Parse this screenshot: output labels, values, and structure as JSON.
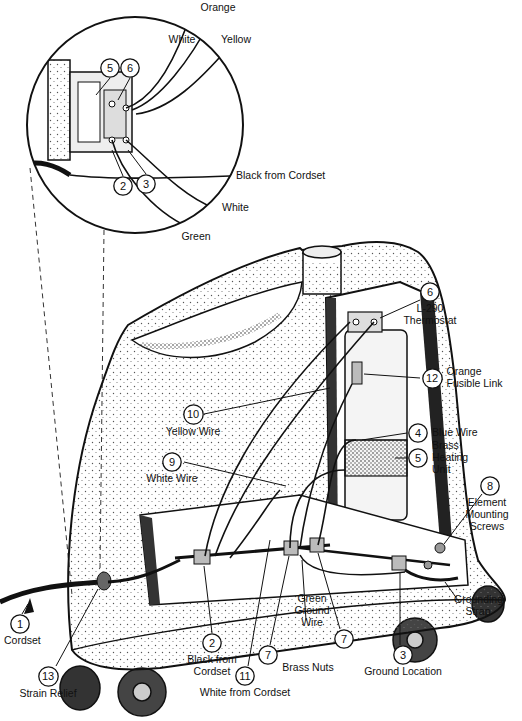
{
  "diagram": {
    "nodes": [
      {
        "text": [
          "5"
        ]
      },
      {
        "text": [
          "6"
        ]
      },
      {
        "text": [
          "2"
        ]
      },
      {
        "text": [
          "3"
        ]
      },
      {
        "text": [
          "6",
          "L-290 Thermostat"
        ]
      },
      {
        "text": [
          "12",
          "Orange Fusible Link"
        ]
      },
      {
        "text": [
          "10",
          "Yellow Wire"
        ]
      },
      {
        "text": [
          "4",
          "Blue Wire"
        ]
      },
      {
        "text": [
          "5",
          "Brass Heating Unit"
        ]
      },
      {
        "text": [
          "9",
          "White Wire"
        ]
      },
      {
        "text": [
          "8",
          "Element Mounting Screws"
        ]
      },
      {
        "text": [
          "1",
          "Cordset"
        ]
      },
      {
        "text": [
          "13",
          "Strain Relief"
        ]
      },
      {
        "text": [
          "2",
          "Black from Cordset"
        ]
      },
      {
        "text": [
          "7"
        ]
      },
      {
        "text": [
          "11",
          "White from Cordset"
        ]
      },
      {
        "text": [
          "7"
        ]
      },
      {
        "text": [
          "3",
          "Ground Location"
        ]
      }
    ],
    "labels": [
      "Orange",
      "White",
      "Yellow",
      "Black from Cordset",
      "White",
      "Green",
      "Green Ground Wire",
      "Brass Nuts",
      "Grounding Strap"
    ]
  }
}
